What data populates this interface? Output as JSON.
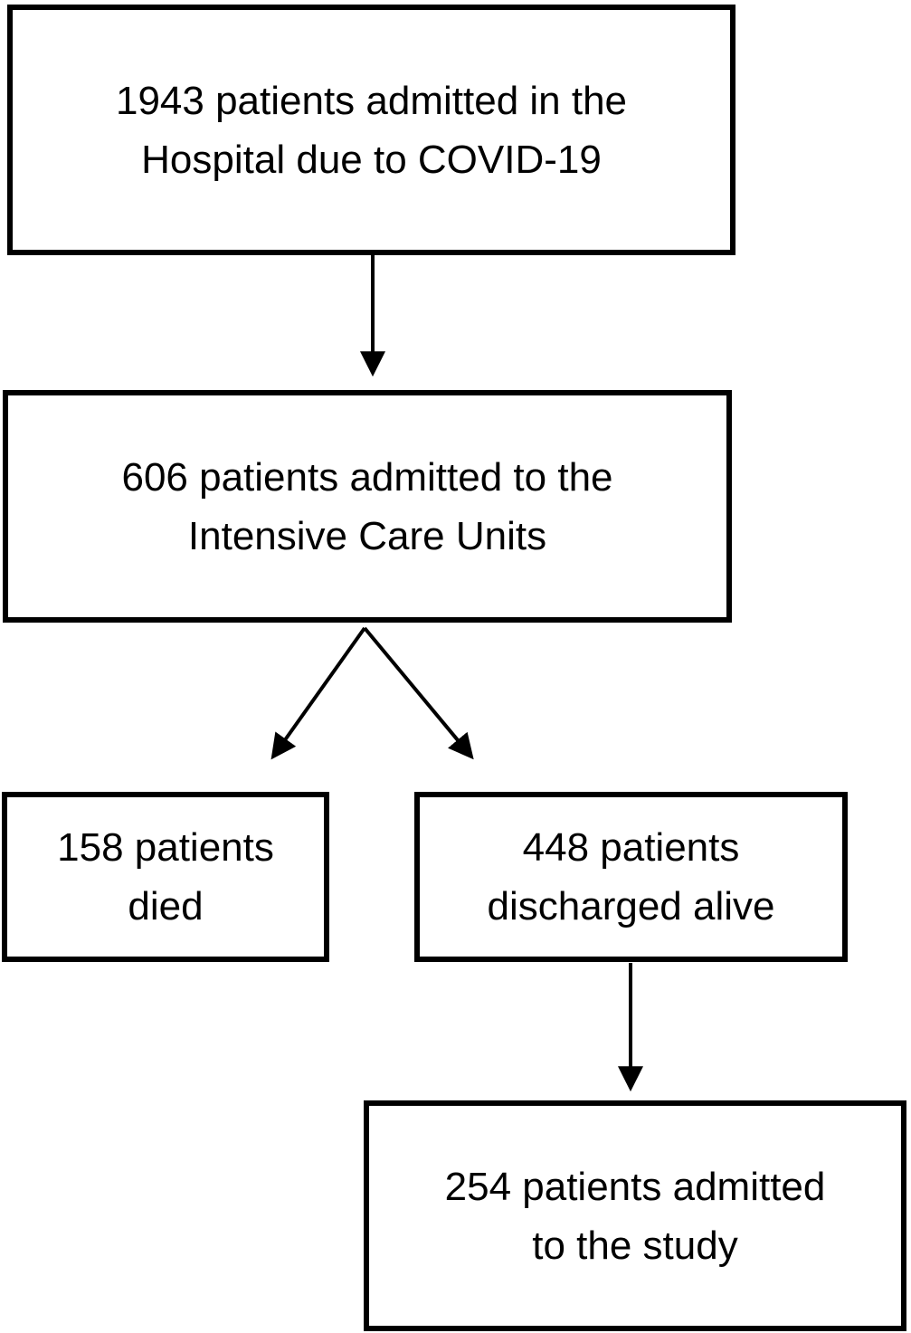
{
  "diagram": {
    "type": "flowchart",
    "background_color": "#ffffff",
    "box_fill_color": "#ffffff",
    "box_border_color": "#000000",
    "arrow_color": "#000000",
    "text_color": "#000000",
    "nodes": {
      "hospital_admitted": {
        "value": 1943,
        "lines": [
          "1943 patients admitted in the",
          "Hospital due to COVID-19"
        ]
      },
      "icu_admitted": {
        "value": 606,
        "lines": [
          "606 patients admitted to the",
          "Intensive Care Units"
        ]
      },
      "died": {
        "value": 158,
        "lines": [
          "158 patients",
          "died"
        ]
      },
      "discharged_alive": {
        "value": 448,
        "lines": [
          "448 patients",
          "discharged alive"
        ]
      },
      "study_admitted": {
        "value": 254,
        "lines": [
          "254 patients admitted",
          "to the study"
        ]
      }
    },
    "edges": [
      {
        "from": "hospital_admitted",
        "to": "icu_admitted"
      },
      {
        "from": "icu_admitted",
        "to": "died"
      },
      {
        "from": "icu_admitted",
        "to": "discharged_alive"
      },
      {
        "from": "discharged_alive",
        "to": "study_admitted"
      }
    ]
  }
}
